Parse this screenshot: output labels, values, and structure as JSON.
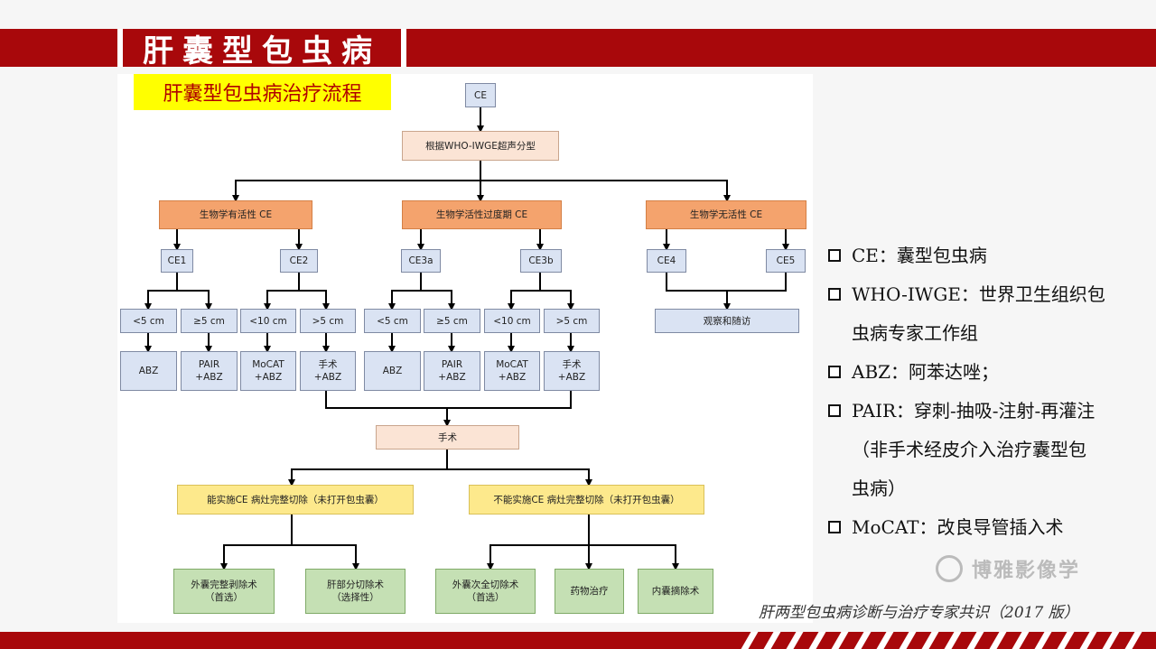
{
  "header": {
    "title": "肝囊型包虫病"
  },
  "subtitle": "肝囊型包虫病治疗流程",
  "flow": {
    "ce": "CE",
    "classify": "根据WHO-IWGE超声分型",
    "active": "生物学有活性 CE",
    "transitional": "生物学活性过度期 CE",
    "inactive": "生物学无活性 CE",
    "ce1": "CE1",
    "ce2": "CE2",
    "ce3a": "CE3a",
    "ce3b": "CE3b",
    "ce4": "CE4",
    "ce5": "CE5",
    "lt5": "<5 cm",
    "ge5": "≥5 cm",
    "lt10": "<10 cm",
    "gt5": ">5 cm",
    "observe": "观察和随访",
    "abz": "ABZ",
    "pair_l1": "PAIR",
    "pair_l2": "+ABZ",
    "mocat_l1": "MoCAT",
    "mocat_l2": "+ABZ",
    "surgery_l1": "手术",
    "surgery_l2": "+ABZ",
    "surgery": "手术",
    "can_resect": "能实施CE 病灶完整切除（未打开包虫囊）",
    "cannot_resect": "不能实施CE 病灶完整切除（未打开包虫囊）",
    "out_1_l1": "外囊完整剥除术",
    "out_1_l2": "（首选）",
    "out_2_l1": "肝部分切除术",
    "out_2_l2": "（选择性）",
    "out_3_l1": "外囊次全切除术",
    "out_3_l2": "（首选）",
    "out_4": "药物治疗",
    "out_5": "内囊摘除术"
  },
  "legend": {
    "items": [
      {
        "line1": "CE：囊型包虫病"
      },
      {
        "line1": "WHO-IWGE：世界卫生组织包",
        "line2": "虫病专家工作组"
      },
      {
        "line1": "ABZ：阿苯达唑；"
      },
      {
        "line1": "PAIR：穿刺-抽吸-注射-再灌注",
        "line2": "（非手术经皮介入治疗囊型包",
        "line3": "虫病）"
      },
      {
        "line1": "MoCAT：改良导管插入术"
      }
    ]
  },
  "watermark": "博雅影像学",
  "source": "肝两型包虫病诊断与治疗专家共识（2017 版）",
  "colors": {
    "brand_red": "#a8080b",
    "subtitle_bg": "#ffff00",
    "subtitle_text": "#b00000"
  }
}
